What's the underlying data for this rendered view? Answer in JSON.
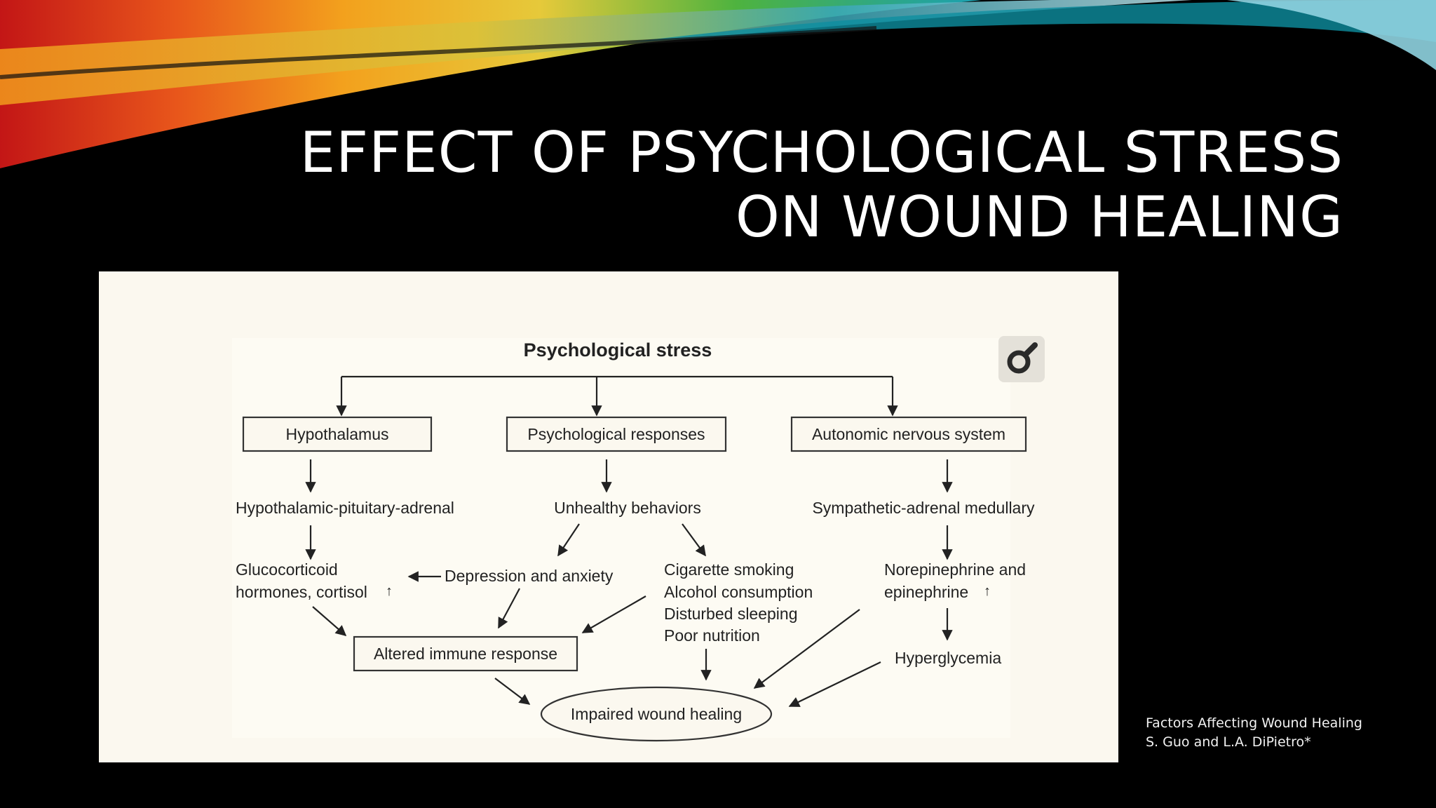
{
  "slide": {
    "title_line1": "EFFECT OF PSYCHOLOGICAL STRESS",
    "title_line2": "ON WOUND HEALING"
  },
  "diagram": {
    "root": "Psychological stress",
    "hypothalamus": "Hypothalamus",
    "psych_responses": "Psychological responses",
    "ans": "Autonomic nervous system",
    "hpa": "Hypothalamic-pituitary-adrenal",
    "unhealthy": "Unhealthy behaviors",
    "sam": "Sympathetic-adrenal medullary",
    "gluco_line1": "Glucocorticoid",
    "gluco_line2": "hormones, cortisol",
    "depression": "Depression and anxiety",
    "behaviors": [
      "Cigarette smoking",
      "Alcohol consumption",
      "Disturbed sleeping",
      "Poor nutrition"
    ],
    "norepi_line1": "Norepinephrine and",
    "norepi_line2": "epinephrine",
    "up_mark": "↑",
    "immune": "Altered immune response",
    "hyperglycemia": "Hyperglycemia",
    "outcome": "Impaired wound healing"
  },
  "citation": {
    "line1": "Factors Affecting Wound Healing",
    "line2": "S. Guo and L.A. DiPietro*"
  }
}
